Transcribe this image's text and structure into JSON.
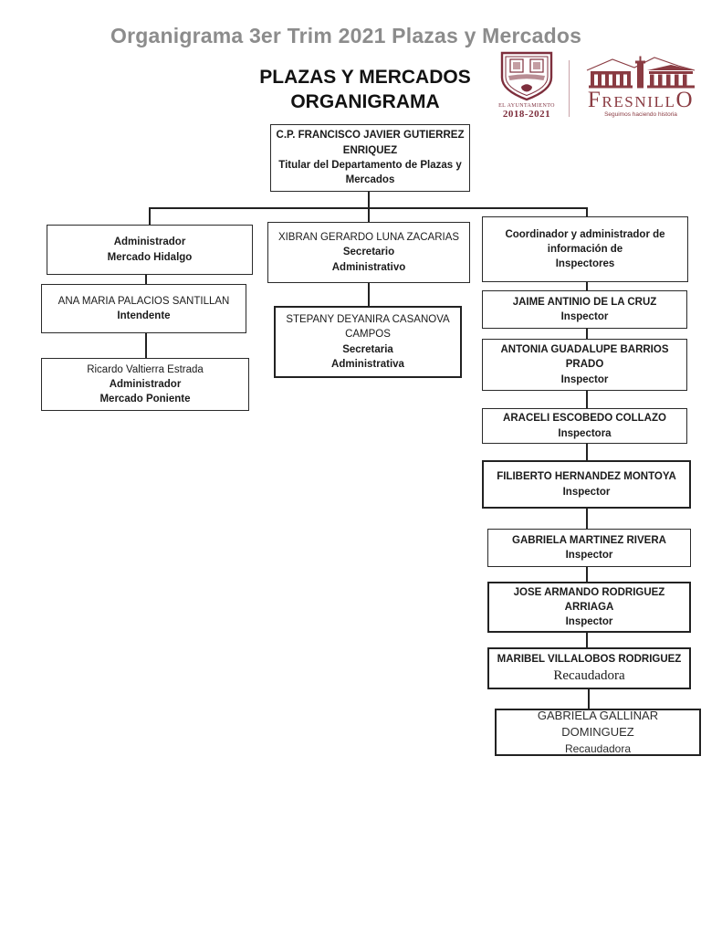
{
  "page_title": "Organigrama 3er Trim 2021 Plazas y Mercados",
  "heading": {
    "line1": "PLAZAS Y MERCADOS",
    "line2": "ORGANIGRAMA"
  },
  "logos": {
    "crest_caption": "EL AYUNTAMIENTO",
    "crest_years": "2018-2021",
    "fresnillo_f": "F",
    "fresnillo_mid": "RESNILL",
    "fresnillo_o": "O",
    "fresnillo_tagline": "Seguimos haciendo historia",
    "icons": {
      "crest": "municipal-shield-icon",
      "fresnillo": "aqueduct-building-icon"
    },
    "colors": {
      "brand_maroon": "#8a3b42",
      "crest_maroon": "#7e2f3d",
      "title_gray": "#8c8c8c"
    }
  },
  "org": {
    "titular": {
      "l1": "C.P. FRANCISCO JAVIER GUTIERREZ",
      "l2": "ENRIQUEZ",
      "l3": "Titular del Departamento de Plazas y",
      "l4": "Mercados"
    },
    "admin_hidalgo": {
      "l1": "Administrador",
      "l2": "Mercado Hidalgo"
    },
    "intendente": {
      "l1": "ANA MARIA PALACIOS SANTILLAN",
      "l2": "Intendente"
    },
    "admin_poniente": {
      "l1": "Ricardo Valtierra Estrada",
      "l2": "Administrador",
      "l3": "Mercado Poniente"
    },
    "secretario": {
      "l1": "XIBRAN GERARDO LUNA ZACARIAS",
      "l2": "Secretario",
      "l3": "Administrativo"
    },
    "secretaria": {
      "l1": "STEPANY DEYANIRA CASANOVA",
      "l2": "CAMPOS",
      "l3": "Secretaria",
      "l4": "Administrativa"
    },
    "coordinador": {
      "l1": "Coordinador y administrador de",
      "l2": "información de",
      "l3": "Inspectores"
    },
    "inspector1": {
      "l1": "JAIME ANTINIO DE LA CRUZ",
      "l2": "Inspector"
    },
    "inspector2": {
      "l1": "ANTONIA GUADALUPE BARRIOS",
      "l2": "PRADO",
      "l3": "Inspector"
    },
    "inspector3": {
      "l1": "ARACELI ESCOBEDO COLLAZO",
      "l2": "Inspectora"
    },
    "inspector4": {
      "l1": "FILIBERTO HERNANDEZ MONTOYA",
      "l2": "Inspector"
    },
    "inspector5": {
      "l1": "GABRIELA MARTINEZ RIVERA",
      "l2": "Inspector"
    },
    "inspector6": {
      "l1": "JOSE ARMANDO RODRIGUEZ ARRIAGA",
      "l2": "Inspector"
    },
    "recaudadora1": {
      "l1": "MARIBEL VILLALOBOS RODRIGUEZ",
      "l2": "Recaudadora"
    },
    "recaudadora2": {
      "l1": "GABRIELA GALLINAR DOMINGUEZ",
      "l2": "Recaudadora"
    }
  }
}
